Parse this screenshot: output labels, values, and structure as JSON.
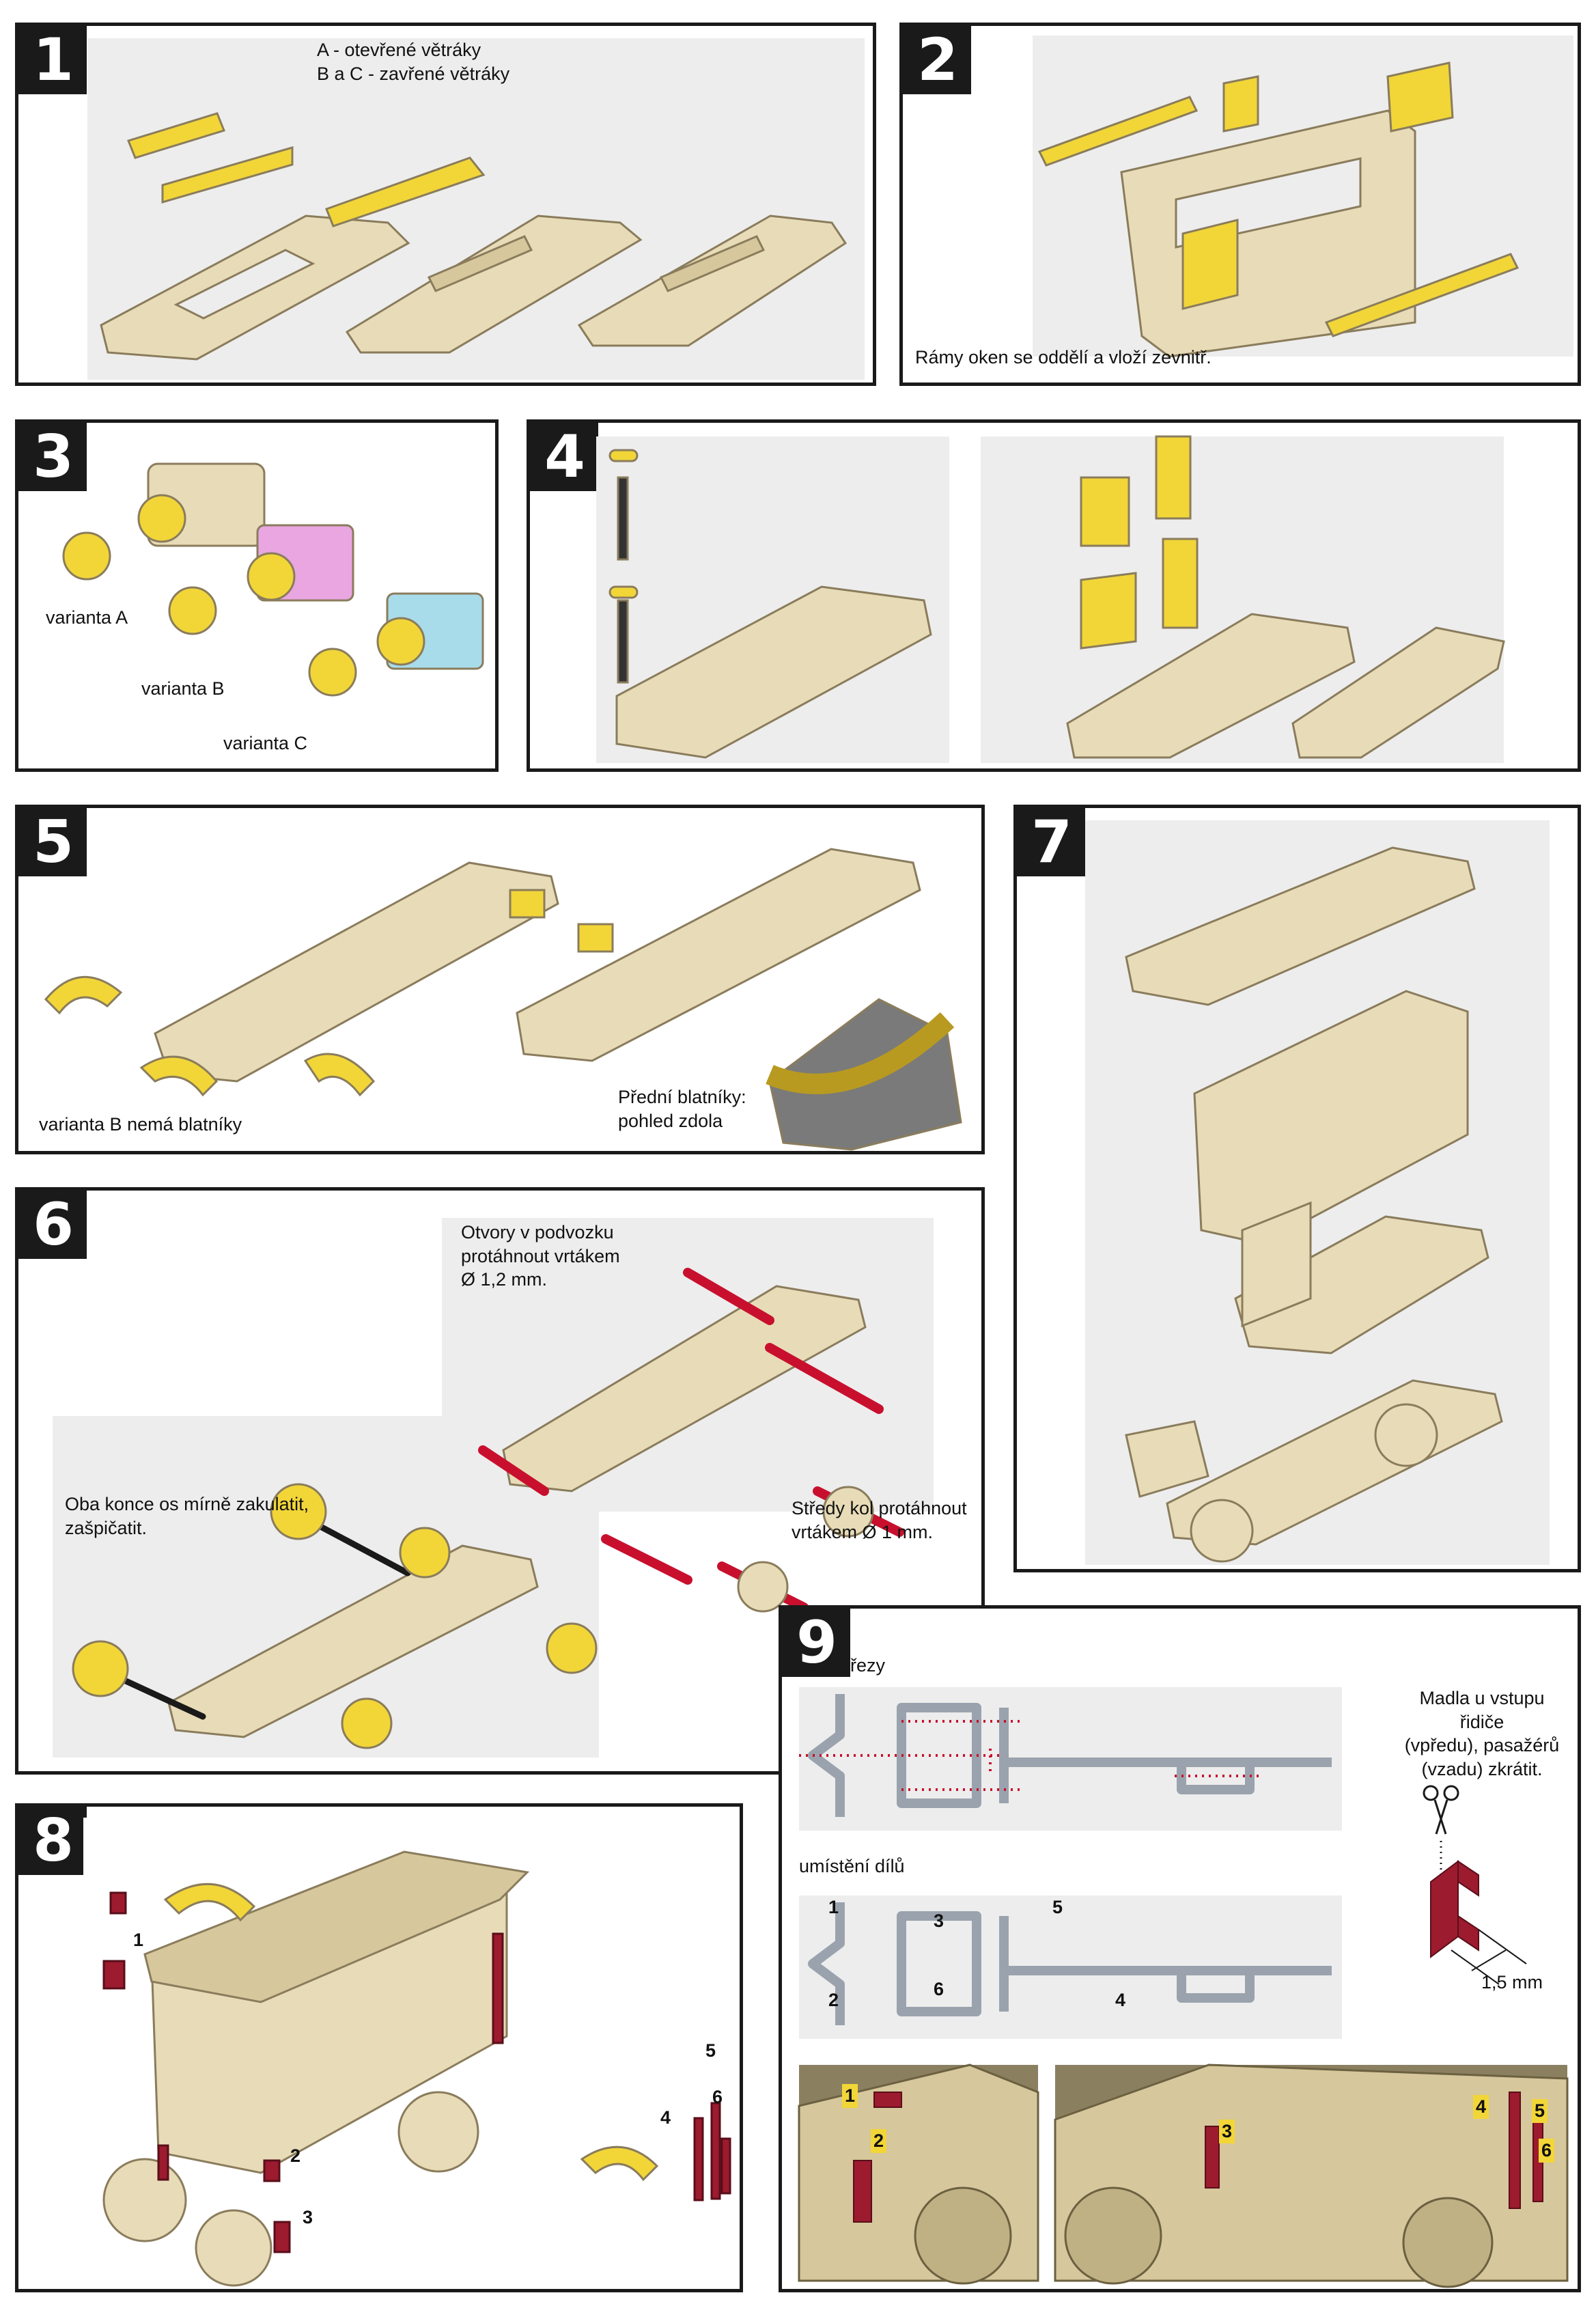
{
  "colors": {
    "frame": "#1a1a1a",
    "stage": "#ededed",
    "body_part": "#e8dcb8",
    "body_edge": "#8a7c5c",
    "yellow_part": "#f2d638",
    "red_part": "#c8102e",
    "maroon_part": "#9c1b2e",
    "pink_part": "#e9a6e0",
    "blue_part": "#a9dcea",
    "dark_part": "#333333",
    "grey_part": "#b9c2cc"
  },
  "panels": [
    {
      "number": "1",
      "notes": {
        "vents": "A - otevřené větráky\nB a C - zavřené větráky"
      }
    },
    {
      "number": "2",
      "notes": {
        "frames": "Rámy oken se oddělí a vloží zevnitř."
      }
    },
    {
      "number": "3",
      "notes": {
        "a": "varianta A",
        "b": "varianta B",
        "c": "varianta C"
      }
    },
    {
      "number": "4"
    },
    {
      "number": "5",
      "notes": {
        "variant_b": "varianta B nemá blatníky",
        "front": "Přední blatníky:\npohled zdola"
      }
    },
    {
      "number": "6",
      "notes": {
        "holes": "Otvory v podvozku\nprotáhnout vrtákem\nØ 1,2 mm.",
        "axles": "Oba konce os mírně zakulatit,\nzašpičatit.",
        "wheels": "Středy kol protáhnout\nvrtákem Ø 1 mm."
      }
    },
    {
      "number": "7"
    },
    {
      "number": "8",
      "labels": [
        "1",
        "2",
        "3",
        "4",
        "5",
        "6"
      ]
    },
    {
      "number": "9",
      "notes": {
        "cuts": "řezy",
        "placement": "umístění dílů",
        "handles": "Madla u vstupu řidiče\n(vpředu), pasažérů\n(vzadu) zkrátit.",
        "dimension": "1,5 mm"
      },
      "labels": [
        "1",
        "2",
        "3",
        "4",
        "5",
        "6"
      ]
    }
  ]
}
